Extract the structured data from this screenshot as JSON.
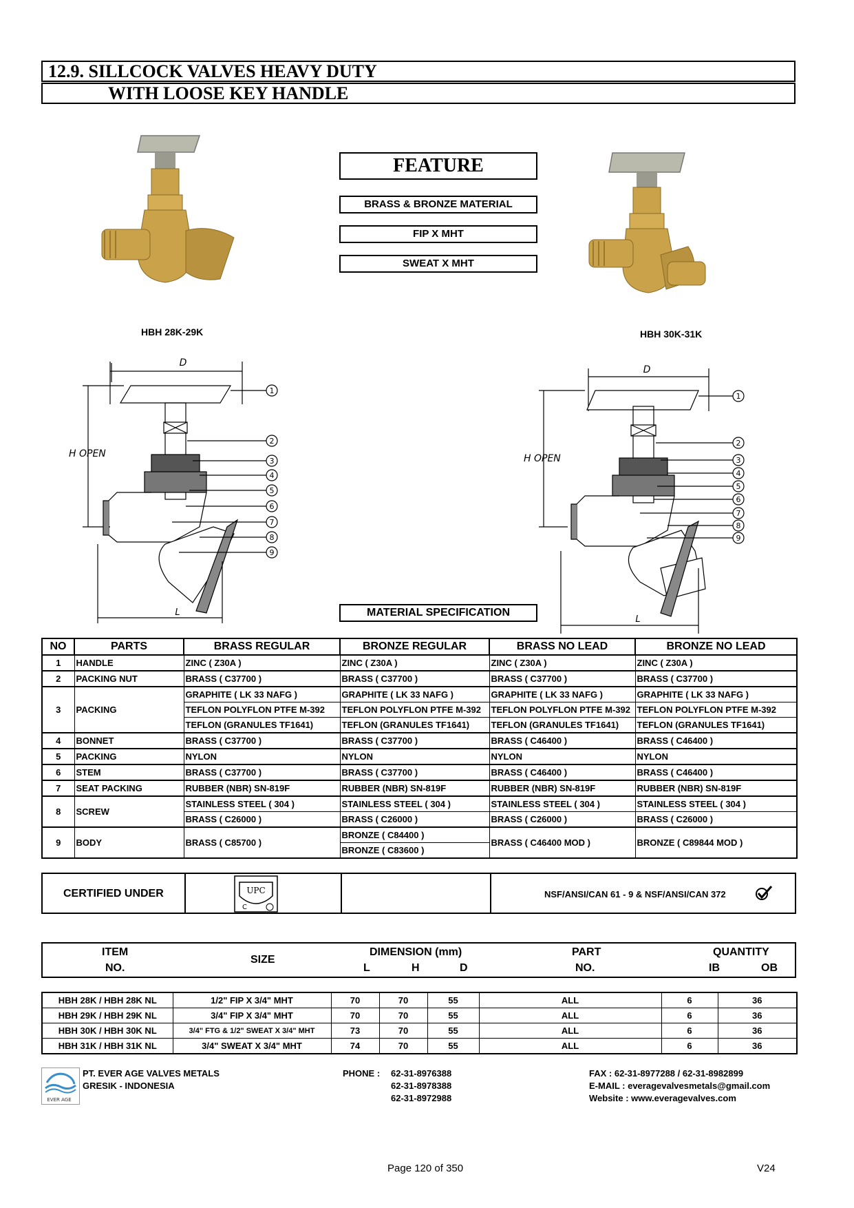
{
  "header": {
    "line1": "12.9.  SILLCOCK VALVES HEAVY DUTY",
    "line2": "WITH LOOSE KEY HANDLE"
  },
  "feature": {
    "title": "FEATURE",
    "items": [
      "BRASS & BRONZE MATERIAL",
      "FIP X MHT",
      "SWEAT X MHT"
    ]
  },
  "photos": {
    "left_caption": "HBH 28K-29K",
    "right_caption": "HBH 30K-31K"
  },
  "drawing": {
    "d_label": "D",
    "h_label": "H  OPEN",
    "l_label": "L",
    "callouts": [
      "1",
      "2",
      "3",
      "4",
      "5",
      "6",
      "7",
      "8",
      "9"
    ]
  },
  "material_spec": {
    "title": "MATERIAL SPECIFICATION",
    "columns": [
      "NO",
      "PARTS",
      "BRASS REGULAR",
      "BRONZE REGULAR",
      "BRASS NO LEAD",
      "BRONZE NO LEAD"
    ],
    "rows": [
      {
        "no": "1",
        "part": "HANDLE",
        "lines": [
          [
            "ZINC ( Z30A )",
            "ZINC ( Z30A )",
            "ZINC ( Z30A )",
            "ZINC ( Z30A )"
          ]
        ]
      },
      {
        "no": "2",
        "part": "PACKING NUT",
        "lines": [
          [
            "BRASS ( C37700 )",
            "BRASS ( C37700 )",
            "BRASS ( C37700 )",
            "BRASS ( C37700 )"
          ]
        ]
      },
      {
        "no": "3",
        "part": "PACKING",
        "lines": [
          [
            "GRAPHITE ( LK 33 NAFG )",
            "GRAPHITE ( LK 33 NAFG )",
            "GRAPHITE ( LK 33 NAFG )",
            "GRAPHITE ( LK 33 NAFG )"
          ],
          [
            "TEFLON POLYFLON PTFE M-392",
            "TEFLON POLYFLON PTFE M-392",
            "TEFLON POLYFLON PTFE M-392",
            "TEFLON POLYFLON PTFE M-392"
          ],
          [
            "TEFLON (GRANULES TF1641)",
            "TEFLON (GRANULES TF1641)",
            "TEFLON (GRANULES TF1641)",
            "TEFLON (GRANULES TF1641)"
          ]
        ]
      },
      {
        "no": "4",
        "part": "BONNET",
        "lines": [
          [
            "BRASS ( C37700 )",
            "BRASS ( C37700 )",
            "BRASS ( C46400 )",
            "BRASS ( C46400 )"
          ]
        ]
      },
      {
        "no": "5",
        "part": "PACKING",
        "lines": [
          [
            "NYLON",
            "NYLON",
            "NYLON",
            "NYLON"
          ]
        ]
      },
      {
        "no": "6",
        "part": "STEM",
        "lines": [
          [
            "BRASS ( C37700 )",
            "BRASS ( C37700 )",
            "BRASS ( C46400 )",
            "BRASS ( C46400 )"
          ]
        ]
      },
      {
        "no": "7",
        "part": "SEAT PACKING",
        "lines": [
          [
            "RUBBER (NBR) SN-819F",
            "RUBBER (NBR) SN-819F",
            "RUBBER (NBR) SN-819F",
            "RUBBER (NBR) SN-819F"
          ]
        ]
      },
      {
        "no": "8",
        "part": "SCREW",
        "lines": [
          [
            "STAINLESS STEEL ( 304 )",
            "STAINLESS STEEL ( 304 )",
            "STAINLESS STEEL ( 304 )",
            "STAINLESS STEEL ( 304 )"
          ],
          [
            "BRASS ( C26000 )",
            "BRASS ( C26000 )",
            "BRASS ( C26000 )",
            "BRASS ( C26000 )"
          ]
        ]
      },
      {
        "no": "9",
        "part": "BODY",
        "brass_regular": "BRASS ( C85700 )",
        "bronze_regular": [
          "BRONZE ( C84400 )",
          "BRONZE ( C83600 )"
        ],
        "brass_no_lead": "BRASS ( C46400 MOD )",
        "bronze_no_lead": "BRONZE ( C89844 MOD )"
      }
    ]
  },
  "certification": {
    "label": "CERTIFIED UNDER",
    "upc_mark": "UPC",
    "nsf_text": "NSF/ANSI/CAN 61 - 9 & NSF/ANSI/CAN 372"
  },
  "dimensions": {
    "headers": {
      "item": "ITEM",
      "item_no": "NO.",
      "size": "SIZE",
      "dimension": "DIMENSION (mm)",
      "l": "L",
      "h": "H",
      "d": "D",
      "part": "PART",
      "part_no": "NO.",
      "quantity": "QUANTITY",
      "ib": "IB",
      "ob": "OB"
    },
    "rows": [
      {
        "item": "HBH 28K / HBH 28K NL",
        "size": "1/2\" FIP X 3/4\" MHT",
        "l": "70",
        "h": "70",
        "d": "55",
        "part": "ALL",
        "ib": "6",
        "ob": "36"
      },
      {
        "item": "HBH 29K / HBH 29K NL",
        "size": "3/4\" FIP X 3/4\" MHT",
        "l": "70",
        "h": "70",
        "d": "55",
        "part": "ALL",
        "ib": "6",
        "ob": "36"
      },
      {
        "item": "HBH 30K / HBH 30K NL",
        "size": "3/4\" FTG & 1/2\" SWEAT X 3/4\" MHT",
        "l": "73",
        "h": "70",
        "d": "55",
        "part": "ALL",
        "ib": "6",
        "ob": "36"
      },
      {
        "item": "HBH 31K / HBH 31K NL",
        "size": "3/4\" SWEAT X 3/4\" MHT",
        "l": "74",
        "h": "70",
        "d": "55",
        "part": "ALL",
        "ib": "6",
        "ob": "36"
      }
    ]
  },
  "footer": {
    "logo_text": "EVER AGE",
    "company": "PT. EVER AGE VALVES METALS",
    "city": "GRESIK - INDONESIA",
    "phone_label": "PHONE :",
    "phones": [
      "62-31-8976388",
      "62-31-8978388",
      "62-31-8972988"
    ],
    "fax": "FAX  : 62-31-8977288 / 62-31-8982899",
    "email": "E-MAIL  : everagevalvesmetals@gmail.com",
    "website": "Website  : www.everagevalves.com",
    "page": "Page 120 of 350",
    "version": "V24"
  },
  "colors": {
    "brass": "#c9a24a",
    "brass_dark": "#8a6a25",
    "handle_grey": "#b9b9ac",
    "logo_blue": "#3a8fc8"
  }
}
